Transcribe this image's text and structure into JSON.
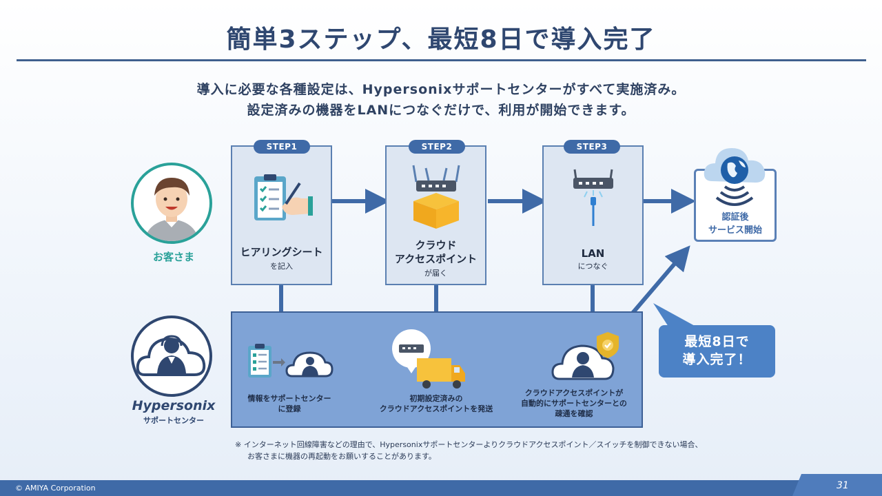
{
  "title": "簡単3ステップ、最短8日で導入完了",
  "lead": {
    "line1": "導入に必要な各種設定は、Hypersonixサポートセンターがすべて実施済み。",
    "line2": "設定済みの機器をLANにつなぐだけで、利用が開始できます。"
  },
  "customer": {
    "label": "お客さま"
  },
  "steps": [
    {
      "badge": "STEP1",
      "label": "ヒアリングシート",
      "sub": "を記入"
    },
    {
      "badge": "STEP2",
      "label1": "クラウド",
      "label2": "アクセスポイント",
      "sub": "が届く"
    },
    {
      "badge": "STEP3",
      "label": "LAN",
      "sub": "につなぐ"
    }
  ],
  "service": {
    "line1": "認証後",
    "line2": "サービス開始"
  },
  "support": {
    "brand": "Hypersonix",
    "brand_sub": "サポートセンター",
    "items": [
      {
        "line1": "情報をサポートセンター",
        "line2": "に登録"
      },
      {
        "line1": "初期設定済みの",
        "line2": "クラウドアクセスポイントを発送"
      },
      {
        "line1": "クラウドアクセスポイントが",
        "line2": "自動的にサポートセンターとの",
        "line3": "疎通を確認"
      }
    ]
  },
  "callout": {
    "line1": "最短8日で",
    "line2": "導入完了！"
  },
  "note": {
    "line1": "※ インターネット回線障害などの理由で、Hypersonixサポートセンターよりクラウドアクセスポイント／スイッチを制御できない場合、",
    "line2": "お客さまに機器の再起動をお願いすることがあります。"
  },
  "footer": {
    "copyright": "© AMIYA Corporation",
    "page": "31"
  },
  "colors": {
    "accent": "#3f6aa7",
    "panel": "#7fa3d6",
    "callout": "#4c82c6",
    "teal": "#2aa199"
  }
}
